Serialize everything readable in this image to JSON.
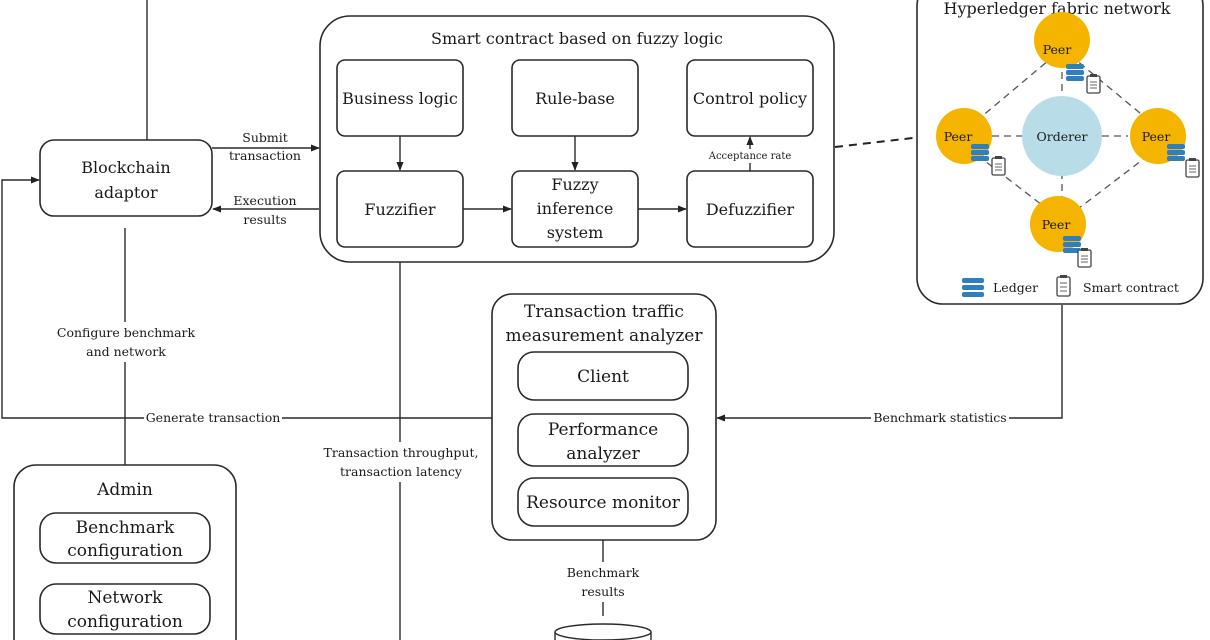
{
  "smart_contract": {
    "title": "Smart contract based on fuzzy logic",
    "business_logic": "Business logic",
    "rule_base": "Rule-base",
    "control_policy": "Control policy",
    "fuzzifier": "Fuzzifier",
    "fis_line1": "Fuzzy",
    "fis_line2": "inference",
    "fis_line3": "system",
    "defuzzifier": "Defuzzifier",
    "acceptance_rate": "Acceptance rate"
  },
  "blockchain_adaptor": {
    "line1": "Blockchain",
    "line2": "adaptor"
  },
  "submit_transaction": {
    "line1": "Submit",
    "line2": "transaction"
  },
  "execution_results": {
    "line1": "Execution",
    "line2": "results"
  },
  "fabric": {
    "title": "Hyperledger fabric network",
    "peer": "Peer",
    "orderer": "Orderer",
    "legend_ledger": "Ledger",
    "legend_smart_contract": "Smart contract",
    "colors": {
      "peer": "#f5b400",
      "orderer": "#b9dde8",
      "ledger": "#2f7fc0"
    }
  },
  "configure": {
    "line1": "Configure benchmark",
    "line2": "and network"
  },
  "generate_transaction": "Generate transaction",
  "benchmark_statistics": "Benchmark statistics",
  "throughput_latency": {
    "line1": "Transaction throughput,",
    "line2": "transaction latency"
  },
  "analyzer": {
    "title_line1": "Transaction traffic",
    "title_line2": "measurement analyzer",
    "client": "Client",
    "performance_line1": "Performance",
    "performance_line2": "analyzer",
    "resource_monitor": "Resource monitor"
  },
  "benchmark_results": {
    "line1": "Benchmark",
    "line2": "results"
  },
  "admin": {
    "title": "Admin",
    "benchmark_config_line1": "Benchmark",
    "benchmark_config_line2": "configuration",
    "network_config_line1": "Network",
    "network_config_line2": "configuration"
  }
}
